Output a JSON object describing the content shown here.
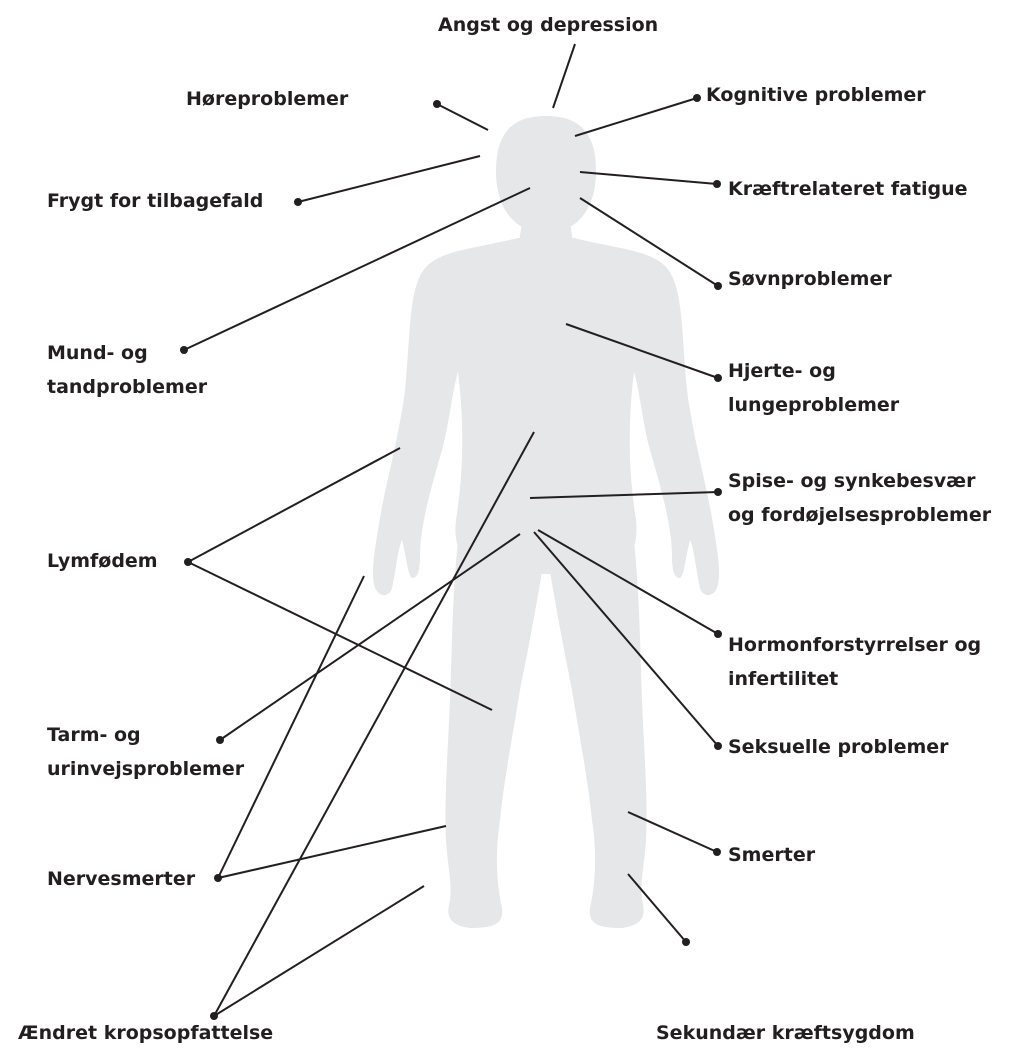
{
  "colors": {
    "body_fill": "#e6e7e8",
    "line": "#231f20",
    "text": "#231f20"
  },
  "labels": {
    "angst": "Angst og depression",
    "hore": "Høreproblemer",
    "kognitive": "Kognitive problemer",
    "frygt": "Frygt for tilbagefald",
    "fatigue": "Kræftrelateret fatigue",
    "sovn": "Søvnproblemer",
    "mund_1": "Mund- og",
    "mund_2": "tandproblemer",
    "hjerte_1": "Hjerte- og",
    "hjerte_2": "lungeproblemer",
    "spise_1": "Spise- og synkebesvær",
    "spise_2": "og fordøjelsesproblemer",
    "lymf": "Lymfødem",
    "hormon_1": "Hormonforstyrrelser og",
    "hormon_2": "infertilitet",
    "tarm_1": "Tarm- og",
    "tarm_2": "urinvejsproblemer",
    "seksuelle": "Seksuelle problemer",
    "nerve": "Nervesmerter",
    "smerter": "Smerter",
    "kropsopfattelse": "Ændret kropsopfattelse",
    "sekundaer": "Sekundær kræftsygdom"
  }
}
